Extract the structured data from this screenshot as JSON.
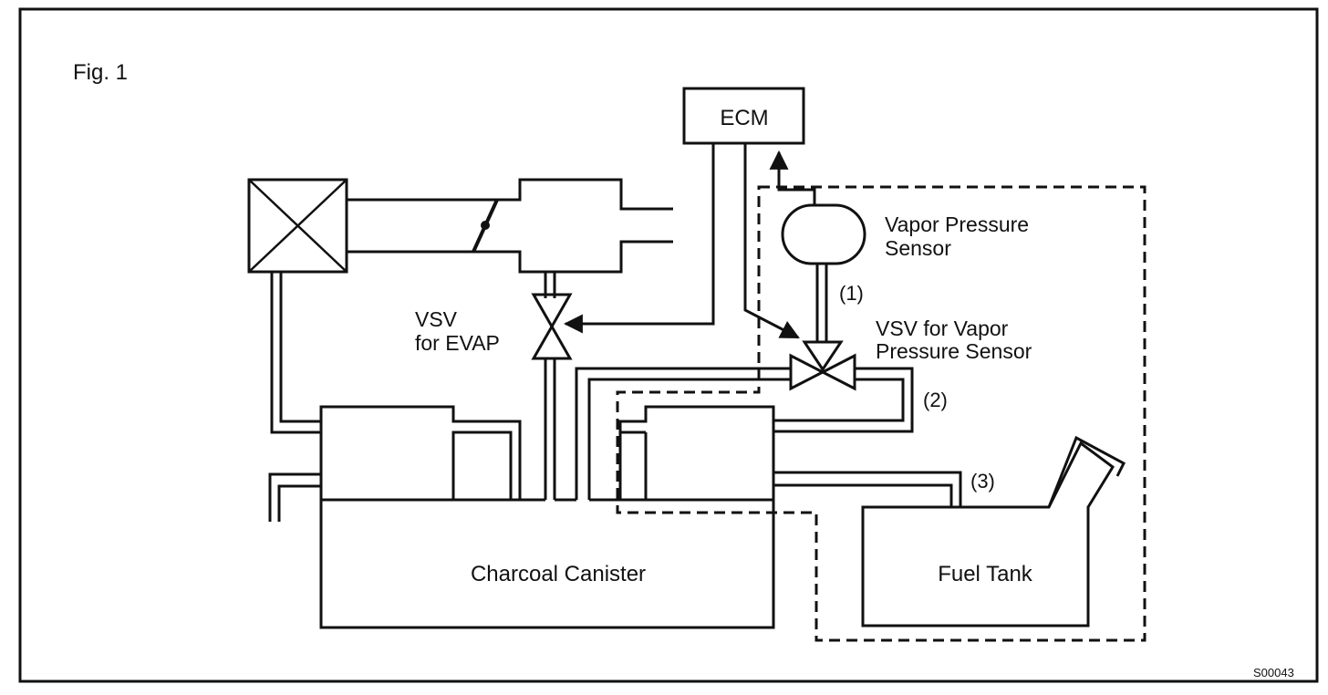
{
  "figure": {
    "title": "Fig. 1",
    "code": "S00043"
  },
  "components": {
    "ecm": "ECM",
    "vapor_pressure_sensor": [
      "Vapor Pressure",
      "Sensor"
    ],
    "vsv_vapor_pressure_sensor": [
      "VSV for Vapor",
      "Pressure Sensor"
    ],
    "vsv_evap": [
      "VSV",
      "for EVAP"
    ],
    "charcoal_canister": "Charcoal Canister",
    "fuel_tank": "Fuel Tank"
  },
  "hose_labels": {
    "hose_1": "(1)",
    "hose_2": "(2)",
    "hose_3": "(3)"
  }
}
